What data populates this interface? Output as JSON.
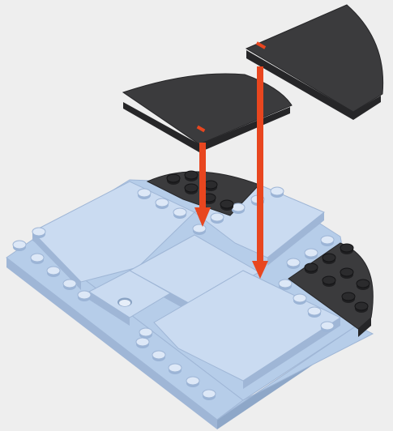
{
  "scene": {
    "kind": "building-instruction-step",
    "background_color": "#eeeeee",
    "colors": {
      "base_tiles": "#b6cde9",
      "base_tiles_shade": "#9fb6d6",
      "base_tiles_light": "#cadbf1",
      "dark_plates": "#3b3b3d",
      "dark_plates_shade": "#262628",
      "dark_studs": "#1f1f21",
      "arrow": "#e8461f"
    },
    "pieces_dropped": 2,
    "arrows": 2,
    "icons": [
      "dark-quarter-round-plate-icon",
      "down-arrow-icon",
      "light-blue-base-icon"
    ]
  }
}
